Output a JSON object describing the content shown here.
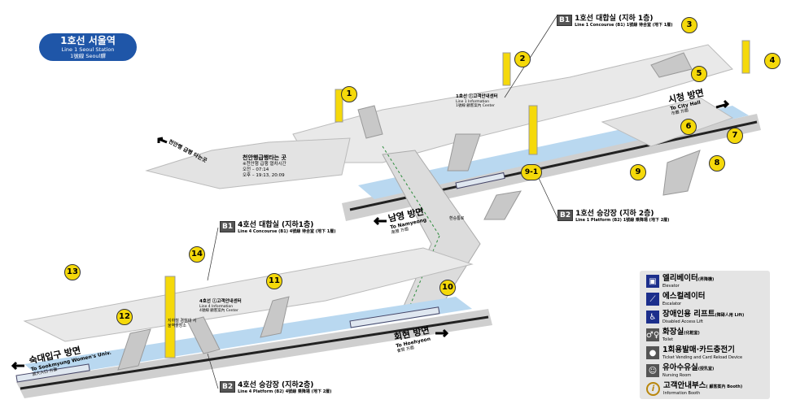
{
  "title": {
    "korean": "1호선 서울역",
    "english": "Line 1 Seoul Station",
    "hanja": "1號線  Seoul驛"
  },
  "levels": {
    "l1_b1": {
      "badge": "B1",
      "korean": "1호선 대합실 (지하 1층)",
      "english": "Line 1 Concourse (B1) 1號線 待合室 (地下 1層)"
    },
    "l1_b2": {
      "badge": "B2",
      "korean": "1호선 승강장 (지하 2층)",
      "english": "Line 1 Platform (B2) 1號線 乘降場 (地下 2層)"
    },
    "l4_b1": {
      "badge": "B1",
      "korean": "4호선 대합실 (지하1층)",
      "english": "Line 4 Concourse (B1) 4號線 待合室 (地下 1層)"
    },
    "l4_b2": {
      "badge": "B2",
      "korean": "4호선 승강장 (지하2층)",
      "english": "Line 4 Platform (B2) 4號線 乘降場 (地下 2層)"
    }
  },
  "directions": {
    "city_hall": {
      "korean": "시청 방면",
      "english": "To City Hall",
      "hanja": "市廳 方面"
    },
    "namyeong": {
      "korean": "남영 방면",
      "english": "To Namyeong",
      "hanja": "南營 方面"
    },
    "sookmyung": {
      "korean": "숙대입구 방면",
      "english": "To Sookmyung Women's Univ.",
      "hanja": "淑大入口 方面"
    },
    "hoehyeon": {
      "korean": "회현 방면",
      "english": "To Hoehyeon",
      "hanja": "會賢 方面"
    },
    "cheonan": {
      "korean": "천안행 급행 타는곳"
    }
  },
  "express_note": {
    "title": "천안행급행타는 곳",
    "line1": "※천안행 급행 열차시간",
    "line2": "오전 – 07:14",
    "line3": "오후 – 19:13, 20:09"
  },
  "info_centers": {
    "line1": {
      "korean": "1호선 ⓘ고객안내센터",
      "english": "Line 1 Information",
      "english2": "1號線 顧客案內 Center"
    },
    "line4": {
      "korean": "4호선 ⓘ고객안내센터",
      "english": "Line 4 Information",
      "english2": "4號線 顧客案內 Center"
    },
    "police": "지하철 경찰대 서울역출장소",
    "transfer": "환승통로"
  },
  "exits": [
    "1",
    "2",
    "3",
    "4",
    "5",
    "6",
    "7",
    "8",
    "9",
    "9-1",
    "10",
    "11",
    "12",
    "13",
    "14"
  ],
  "legend": [
    {
      "icon": "elevator-icon",
      "korean": "엘리베이터",
      "hanja": "(昇降機)",
      "english": "Elevator"
    },
    {
      "icon": "escalator-icon",
      "korean": "에스컬레이터",
      "hanja": "",
      "english": "Escalator"
    },
    {
      "icon": "wheelchair-lift-icon",
      "korean": "장애인용 리프트",
      "hanja": "(障碍人用 Lift)",
      "english": "Disabled Access Lift"
    },
    {
      "icon": "toilet-icon",
      "korean": "화장실",
      "hanja": "(化粧室)",
      "english": "Toilet"
    },
    {
      "icon": "ticket-machine-icon",
      "korean": "1회용발매·카드충전기",
      "hanja": "",
      "english": "Ticket Vending and Card Reload Device"
    },
    {
      "icon": "nursing-room-icon",
      "korean": "유아수유실",
      "hanja": "(授乳室)",
      "english": "Nursing Room"
    },
    {
      "icon": "information-icon",
      "korean": "고객안내부스",
      "hanja": "( 顧客案內 Booth)",
      "english": "Information Booth"
    }
  ],
  "colors": {
    "brand": "#1f56a8",
    "exit": "#f5d90a",
    "platform": "#b9d8f0",
    "floor": "#e8e8e8",
    "icon_blue": "#1c2f8c"
  }
}
